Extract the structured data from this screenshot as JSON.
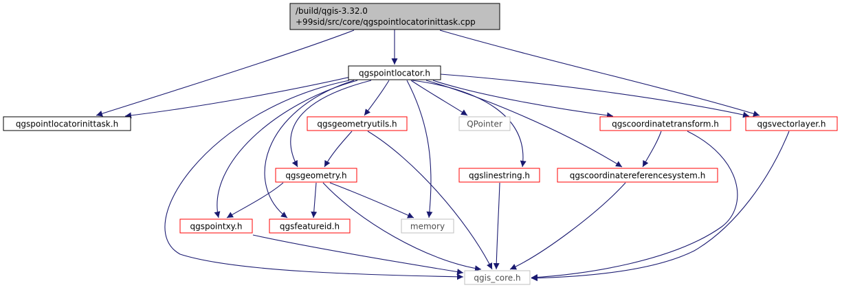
{
  "graph": {
    "colors": {
      "edge": "#191970",
      "root_fill": "#bfbfbf",
      "border_black": "#000000",
      "border_red": "#ff0000",
      "border_gray": "#bfbfbf",
      "text_gray": "#4d4d4d"
    },
    "nodes": [
      {
        "id": "root",
        "lines": [
          "/build/qgis-3.32.0",
          "+99sid/src/core/qgspointlocatorinittask.cpp"
        ],
        "style": "root"
      },
      {
        "id": "pointlocator",
        "lines": [
          "qgspointlocator.h"
        ],
        "style": "black"
      },
      {
        "id": "initttask",
        "lines": [
          "qgspointlocatorinittask.h"
        ],
        "style": "black"
      },
      {
        "id": "geomutils",
        "lines": [
          "qgsgeometryutils.h"
        ],
        "style": "red"
      },
      {
        "id": "qpointer",
        "lines": [
          "QPointer"
        ],
        "style": "gray"
      },
      {
        "id": "coordtrans",
        "lines": [
          "qgscoordinatetransform.h"
        ],
        "style": "red"
      },
      {
        "id": "vectorlayer",
        "lines": [
          "qgsvectorlayer.h"
        ],
        "style": "red"
      },
      {
        "id": "geometry",
        "lines": [
          "qgsgeometry.h"
        ],
        "style": "red"
      },
      {
        "id": "linestring",
        "lines": [
          "qgslinestring.h"
        ],
        "style": "red"
      },
      {
        "id": "crs",
        "lines": [
          "qgscoordinatereferencesystem.h"
        ],
        "style": "red"
      },
      {
        "id": "pointxy",
        "lines": [
          "qgspointxy.h"
        ],
        "style": "red"
      },
      {
        "id": "featureid",
        "lines": [
          "qgsfeatureid.h"
        ],
        "style": "red"
      },
      {
        "id": "memory",
        "lines": [
          "memory"
        ],
        "style": "gray"
      },
      {
        "id": "core",
        "lines": [
          "qgis_core.h"
        ],
        "style": "gray"
      }
    ],
    "edges": [
      [
        "root",
        "pointlocator"
      ],
      [
        "root",
        "initttask"
      ],
      [
        "root",
        "vectorlayer"
      ],
      [
        "pointlocator",
        "initttask"
      ],
      [
        "pointlocator",
        "geomutils"
      ],
      [
        "pointlocator",
        "qpointer"
      ],
      [
        "pointlocator",
        "coordtrans"
      ],
      [
        "pointlocator",
        "vectorlayer"
      ],
      [
        "pointlocator",
        "geometry"
      ],
      [
        "pointlocator",
        "linestring"
      ],
      [
        "pointlocator",
        "crs"
      ],
      [
        "pointlocator",
        "pointxy"
      ],
      [
        "pointlocator",
        "featureid"
      ],
      [
        "pointlocator",
        "memory"
      ],
      [
        "pointlocator",
        "core"
      ],
      [
        "geomutils",
        "geometry"
      ],
      [
        "geomutils",
        "core"
      ],
      [
        "coordtrans",
        "crs"
      ],
      [
        "coordtrans",
        "core"
      ],
      [
        "vectorlayer",
        "core"
      ],
      [
        "geometry",
        "pointxy"
      ],
      [
        "geometry",
        "featureid"
      ],
      [
        "geometry",
        "memory"
      ],
      [
        "geometry",
        "core"
      ],
      [
        "linestring",
        "core"
      ],
      [
        "crs",
        "core"
      ],
      [
        "pointxy",
        "core"
      ]
    ]
  }
}
